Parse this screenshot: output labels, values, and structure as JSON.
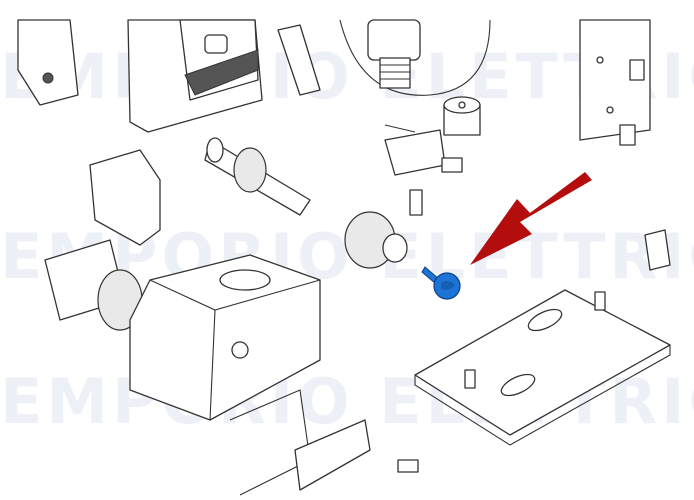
{
  "diagram": {
    "type": "exploded-parts-drawing",
    "watermark_text": "EMPORIO ELETTRICO",
    "highlighted_part": {
      "description": "screw-in encoder/limit cam part",
      "color": "#1e73d6"
    },
    "arrow": {
      "color": "#b30d0d",
      "direction": "points down-left toward highlighted part"
    }
  }
}
